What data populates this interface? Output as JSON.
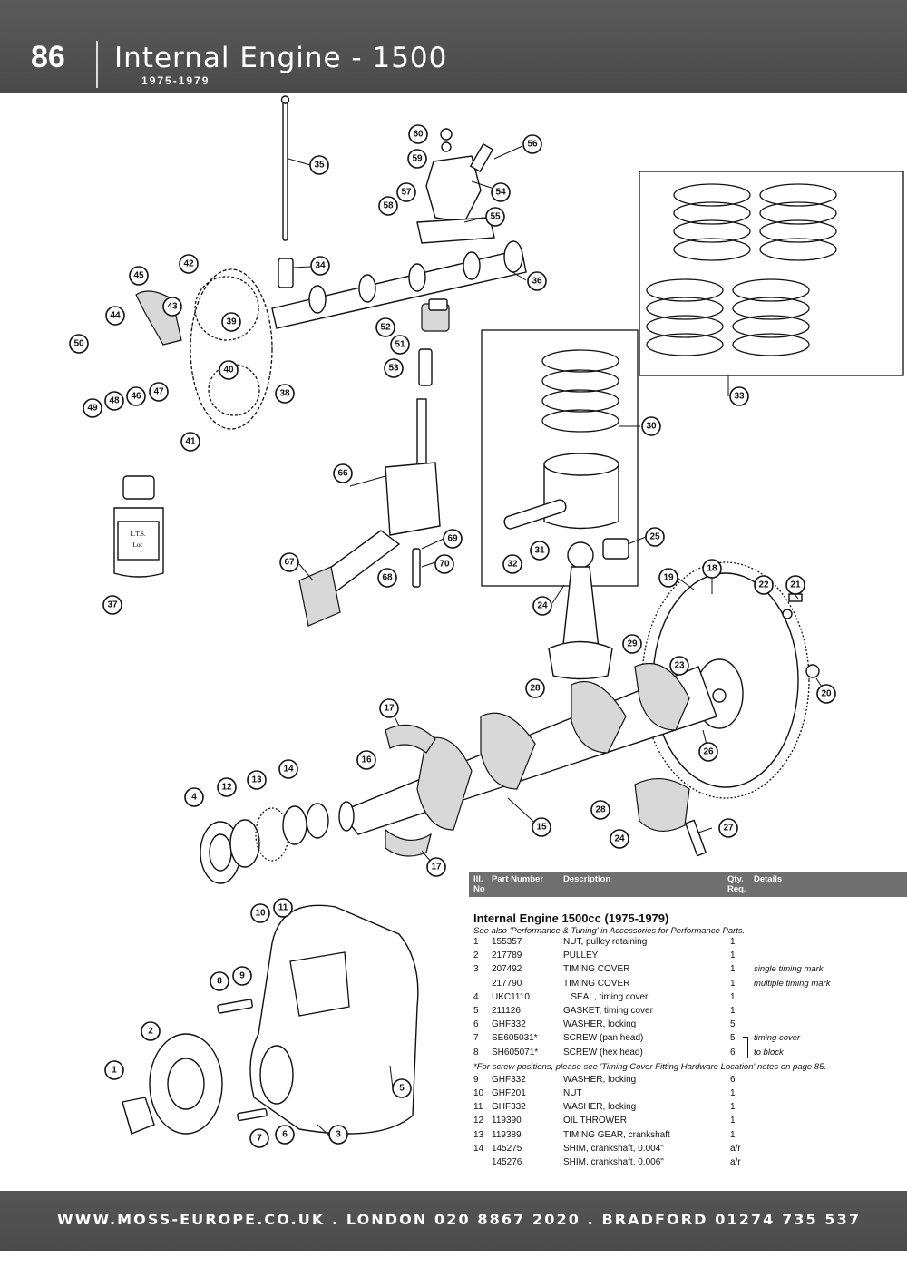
{
  "header": {
    "page_number": "86",
    "title": "Internal Engine - 1500",
    "years": "1975-1979"
  },
  "callouts": [
    "1",
    "2",
    "3",
    "4",
    "5",
    "6",
    "7",
    "8",
    "9",
    "10",
    "11",
    "12",
    "13",
    "14",
    "15",
    "16",
    "17",
    "17",
    "18",
    "19",
    "20",
    "21",
    "22",
    "23",
    "24",
    "24",
    "25",
    "26",
    "27",
    "28",
    "28",
    "29",
    "30",
    "31",
    "32",
    "33",
    "34",
    "35",
    "36",
    "37",
    "38",
    "39",
    "40",
    "41",
    "42",
    "43",
    "44",
    "45",
    "46",
    "47",
    "48",
    "49",
    "50",
    "51",
    "52",
    "53",
    "54",
    "55",
    "56",
    "57",
    "58",
    "59",
    "60",
    "66",
    "67",
    "68",
    "69",
    "70"
  ],
  "bottle_label": [
    "L.T.S.",
    "Loc"
  ],
  "table": {
    "headers": {
      "ill_no": "Ill. No",
      "part_number": "Part Number",
      "description": "Description",
      "qty_req": "Qty. Req.",
      "details": "Details"
    },
    "section_title": "Internal Engine 1500cc (1975-1979)",
    "see_also": "See also 'Performance & Tuning' in Accessories for Performance Parts.",
    "rows_a": [
      {
        "no": "1",
        "part": "155357",
        "desc": "NUT, pulley retaining",
        "qty": "1",
        "details": ""
      },
      {
        "no": "2",
        "part": "217789",
        "desc": "PULLEY",
        "qty": "1",
        "details": ""
      },
      {
        "no": "3",
        "part": "207492",
        "desc": "TIMING COVER",
        "qty": "1",
        "details": "single timing mark"
      },
      {
        "no": "",
        "part": "217790",
        "desc": "TIMING COVER",
        "qty": "1",
        "details": "multiple timing mark"
      },
      {
        "no": "4",
        "part": "UKC1110",
        "desc": "   SEAL, timing cover",
        "qty": "1",
        "details": ""
      },
      {
        "no": "5",
        "part": "211126",
        "desc": "GASKET, timing cover",
        "qty": "1",
        "details": ""
      },
      {
        "no": "6",
        "part": "GHF332",
        "desc": "WASHER, locking",
        "qty": "5",
        "details": ""
      },
      {
        "no": "7",
        "part": "SE605031*",
        "desc": "SCREW (pan head)",
        "qty": "5",
        "details": "timing cover"
      },
      {
        "no": "8",
        "part": "SH605071*",
        "desc": "SCREW (hex head)",
        "qty": "6",
        "details": "to block"
      }
    ],
    "screw_note": "*For screw positions, please see 'Timing Cover Fitting Hardware Location' notes on page 85.",
    "rows_b": [
      {
        "no": "9",
        "part": "GHF332",
        "desc": "WASHER, locking",
        "qty": "6",
        "details": ""
      },
      {
        "no": "10",
        "part": "GHF201",
        "desc": "NUT",
        "qty": "1",
        "details": ""
      },
      {
        "no": "11",
        "part": "GHF332",
        "desc": "WASHER, locking",
        "qty": "1",
        "details": ""
      },
      {
        "no": "12",
        "part": "119390",
        "desc": "OIL THROWER",
        "qty": "1",
        "details": ""
      },
      {
        "no": "13",
        "part": "119389",
        "desc": "TIMING GEAR, crankshaft",
        "qty": "1",
        "details": ""
      },
      {
        "no": "14",
        "part": "145275",
        "desc": "SHIM, crankshaft, 0.004\"",
        "qty": "a/r",
        "details": ""
      },
      {
        "no": "",
        "part": "145276",
        "desc": "SHIM, crankshaft, 0.006\"",
        "qty": "a/r",
        "details": ""
      }
    ]
  },
  "footer": {
    "text": "WWW.MOSS-EUROPE.CO.UK . LONDON 020 8867 2020 . BRADFORD 01274 735 537"
  }
}
